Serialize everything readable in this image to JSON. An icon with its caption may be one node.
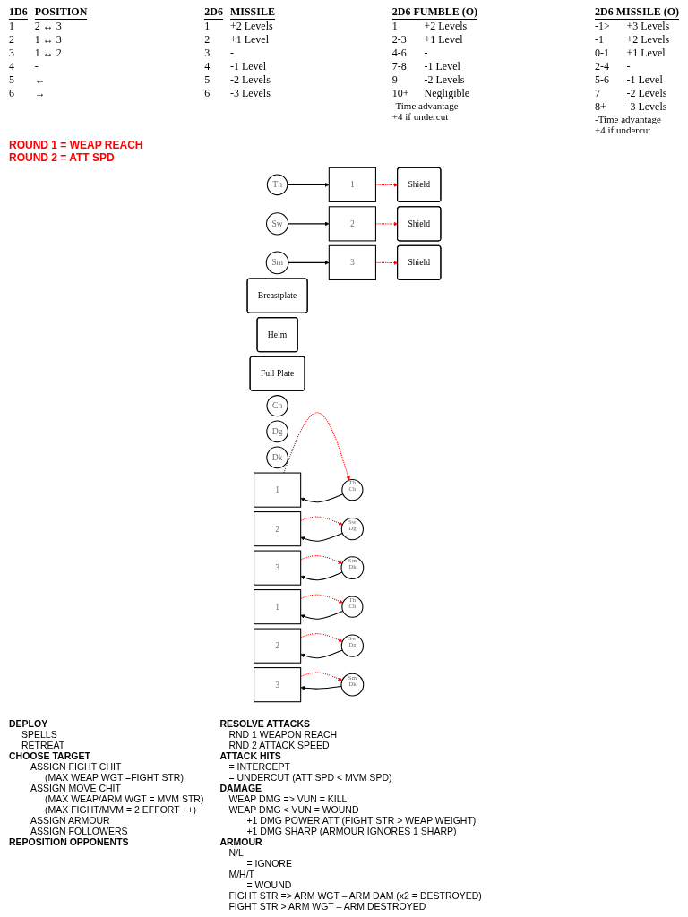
{
  "diagram": {
    "nodes": [
      {
        "text": [
          "Th"
        ]
      },
      {
        "text": [
          "Sw"
        ]
      },
      {
        "text": [
          "Sm"
        ]
      },
      {
        "text": [
          "1"
        ]
      },
      {
        "text": [
          "2"
        ]
      },
      {
        "text": [
          "3"
        ]
      },
      {
        "text": [
          "Shield"
        ]
      },
      {
        "text": [
          "Shield"
        ]
      },
      {
        "text": [
          "Shield"
        ]
      },
      {
        "text": [
          "Breastplate"
        ]
      },
      {
        "text": [
          "Helm"
        ]
      },
      {
        "text": [
          "Full Plate"
        ]
      },
      {
        "text": [
          "Ch"
        ]
      },
      {
        "text": [
          "Dg"
        ]
      },
      {
        "text": [
          "Dk"
        ]
      },
      {
        "text": [
          "1"
        ]
      },
      {
        "text": [
          "2"
        ]
      },
      {
        "text": [
          "3"
        ]
      },
      {
        "text": [
          "Th",
          "Ch"
        ]
      },
      {
        "text": [
          "Sw",
          "Dg"
        ]
      },
      {
        "text": [
          "Sm",
          "Dk"
        ]
      },
      {
        "text": [
          "1"
        ]
      },
      {
        "text": [
          "2"
        ]
      },
      {
        "text": [
          "3"
        ]
      },
      {
        "text": [
          "Th",
          "Ch"
        ]
      },
      {
        "text": [
          "Sw",
          "Dg"
        ]
      },
      {
        "text": [
          "Sm",
          "Dk"
        ]
      }
    ],
    "edges": [
      {
        "from": 0,
        "to": 3,
        "arrow": "to"
      },
      {
        "from": 1,
        "to": 4,
        "arrow": "to"
      },
      {
        "from": 2,
        "to": 5,
        "arrow": "to"
      },
      {
        "from": 3,
        "to": 6,
        "arrow": "to",
        "style": "dashed",
        "color": "#ff0000"
      },
      {
        "from": 4,
        "to": 7,
        "arrow": "to",
        "style": "dashed",
        "color": "#ff0000"
      },
      {
        "from": 5,
        "to": 8,
        "arrow": "to",
        "style": "dashed",
        "color": "#ff0000"
      },
      {
        "from": 18,
        "to": 15,
        "arrow": "to"
      },
      {
        "from": 15,
        "to": 18,
        "arrow": "to",
        "style": "dashed",
        "color": "#ff0000"
      },
      {
        "from": 19,
        "to": 16,
        "arrow": "to"
      },
      {
        "from": 16,
        "to": 19,
        "arrow": "to",
        "style": "dashed",
        "color": "#ff0000"
      },
      {
        "from": 20,
        "to": 17,
        "arrow": "to"
      },
      {
        "from": 17,
        "to": 20,
        "arrow": "to",
        "style": "dashed",
        "color": "#ff0000"
      },
      {
        "from": 24,
        "to": 21,
        "arrow": "to"
      },
      {
        "from": 21,
        "to": 24,
        "arrow": "to",
        "style": "dashed",
        "color": "#ff0000"
      },
      {
        "from": 25,
        "to": 22,
        "arrow": "to"
      },
      {
        "from": 22,
        "to": 25,
        "arrow": "to",
        "style": "dashed",
        "color": "#ff0000"
      },
      {
        "from": 26,
        "to": 23,
        "arrow": "to"
      },
      {
        "from": 23,
        "to": 26,
        "arrow": "to",
        "style": "dashed",
        "color": "#ff0000"
      }
    ],
    "labels": [
      "1D6",
      "POSITION",
      "1",
      "2 ↔ 3",
      "2",
      "1 ↔ 3",
      "3",
      "1 ↔ 2",
      "4",
      "-",
      "5",
      "←",
      "6",
      "→",
      "2D6",
      "MISSILE",
      "1",
      "+2 Levels",
      "2",
      "+1 Level",
      "3",
      "-",
      "4",
      "-1 Level",
      "5",
      "-2 Levels",
      "6",
      "-3 Levels",
      "2D6 FUMBLE (O)",
      "1",
      "+2 Levels",
      "2-3",
      "+1 Level",
      "4-6",
      "-",
      "7-8",
      "-1 Level",
      "9",
      "-2 Levels",
      "10+",
      "Negligible",
      "-Time advantage",
      "+4 if undercut",
      "2D6 MISSILE (O)",
      "-1>",
      "+3 Levels",
      "-1",
      "+2 Levels",
      "0-1",
      "+1 Level",
      "2-4",
      "-",
      "5-6",
      "-1 Level",
      "7",
      "-2 Levels",
      "8+",
      "-3 Levels",
      "-Time advantage",
      "+4 if undercut",
      "ROUND 1 = WEAP REACH",
      "ROUND 2 = ATT SPD",
      "DEPLOY",
      "SPELLS",
      "RETREAT",
      "CHOOSE TARGET",
      "ASSIGN FIGHT CHIT",
      "(MAX WEAP WGT =FIGHT STR)",
      "ASSIGN MOVE CHIT",
      "(MAX WEAP/ARM WGT = MVM STR)",
      "(MAX FIGHT/MVM = 2 EFFORT ++)",
      "ASSIGN ARMOUR",
      "ASSIGN FOLLOWERS",
      "REPOSITION OPPONENTS",
      "RESOLVE ATTACKS",
      "RND 1 WEAPON REACH",
      "RND 2 ATTACK SPEED",
      "ATTACK HITS",
      "= INTERCEPT",
      "= UNDERCUT (ATT SPD < MVM SPD)",
      "DAMAGE",
      "WEAP DMG => VUN = KILL",
      "WEAP DMG < VUN = WOUND",
      "+1 DMG POWER ATT (FIGHT STR > WEAP WEIGHT)",
      "+1 DMG SHARP (ARMOUR IGNORES 1 SHARP)",
      "ARMOUR",
      "N/L",
      "= IGNORE",
      "M/H/T",
      "= WOUND",
      "FIGHT STR => ARM WGT – ARM DAM (x2 = DESTROYED)",
      "FIGHT STR > ARM WGT – ARM DESTROYED"
    ]
  }
}
